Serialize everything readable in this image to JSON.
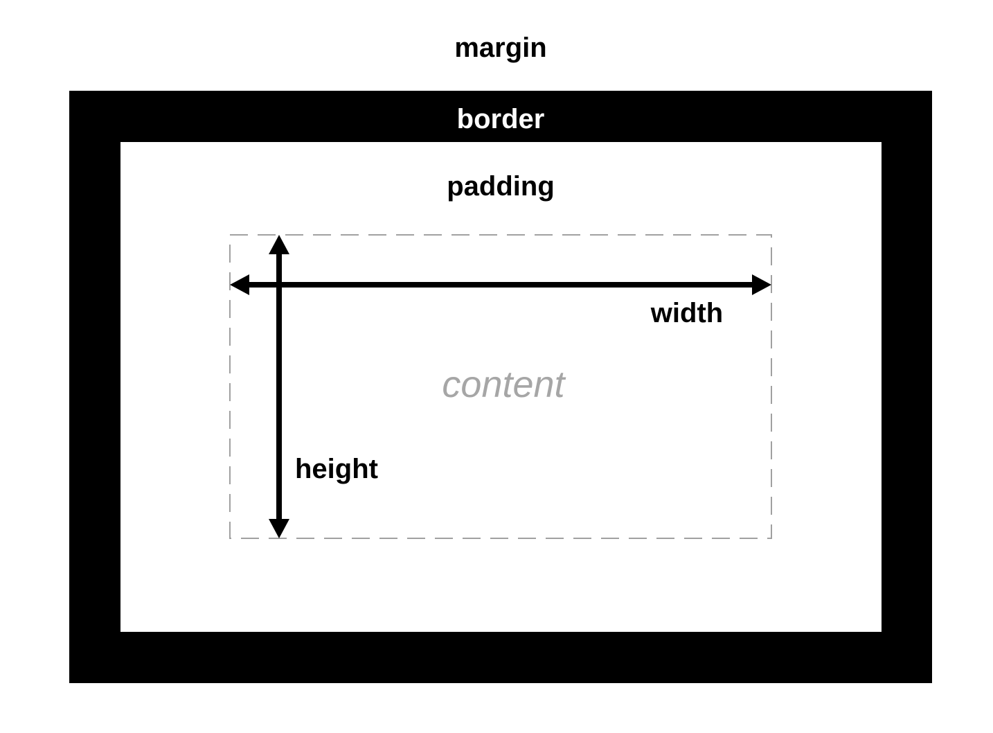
{
  "labels": {
    "margin": "margin",
    "border": "border",
    "padding": "padding",
    "width": "width",
    "height": "height",
    "content": "content"
  },
  "colors": {
    "background": "#ffffff",
    "border_fill": "#000000",
    "padding_fill": "#ffffff",
    "content_outline": "#a0a0a0",
    "content_text": "#a6a6a6",
    "arrow": "#000000",
    "label_dark": "#000000",
    "label_light": "#ffffff"
  }
}
